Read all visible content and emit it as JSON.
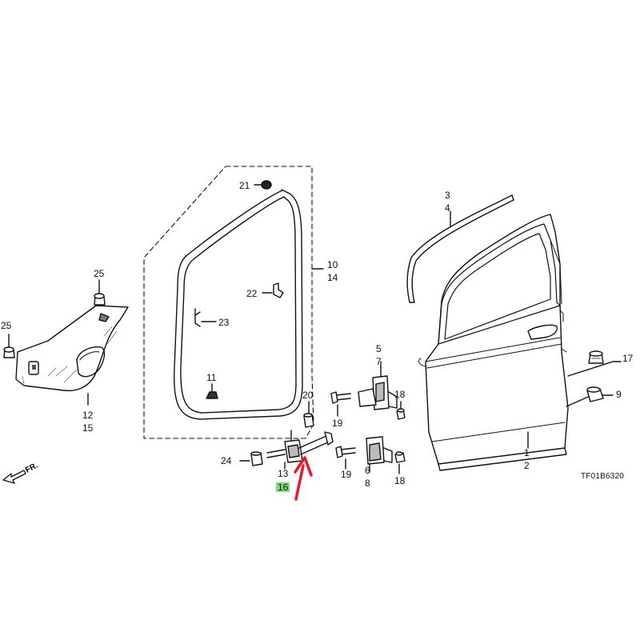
{
  "callouts": {
    "c1": "1",
    "c2": "2",
    "c3": "3",
    "c4": "4",
    "c5": "5",
    "c6": "6",
    "c7": "7",
    "c8": "8",
    "c9": "9",
    "c10": "10",
    "c11": "11",
    "c12": "12",
    "c13": "13",
    "c14": "14",
    "c15": "15",
    "c16": "16",
    "c17": "17",
    "c18a": "18",
    "c18b": "18",
    "c19a": "19",
    "c19b": "19",
    "c20": "20",
    "c21": "21",
    "c22": "22",
    "c23": "23",
    "c24": "24",
    "c25a": "25",
    "c25b": "25"
  },
  "front_indicator": "FR.",
  "diagram_code": "TF01B6320",
  "highlight_color": "#7ddc7d",
  "arrow_color": "#e8182a"
}
